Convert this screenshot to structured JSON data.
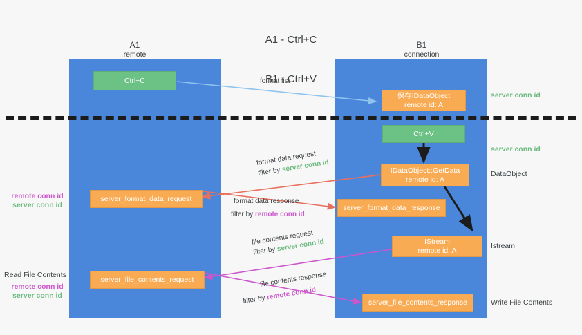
{
  "title": {
    "line1": "A1 - Ctrl+C",
    "line2": "B1 - Ctrl+V"
  },
  "columns": [
    {
      "name": "A1",
      "sub": "remote"
    },
    {
      "name": "B1",
      "sub": "connection"
    }
  ],
  "colors": {
    "lane": "#4a86d9",
    "green_node": "#6cc184",
    "orange_node": "#f9ab54",
    "server_conn_id": "#6aba7e",
    "remote_conn_id": "#cc56cc",
    "format_list_arrow": "#8ec4ee",
    "format_data_arrow": "#e8705f",
    "file_contents_arrow": "#cc56cc",
    "dataobject_arrow": "#1c1c1c",
    "divider": "#1c1c1c"
  },
  "nodes": {
    "ctrl_c": {
      "label": "Ctrl+C"
    },
    "ctrl_v": {
      "label": "Ctrl+V"
    },
    "idataobject": {
      "line1": "保存IDataObject",
      "line2": "remote id: A"
    },
    "getdata": {
      "line1": "IDataObject::GetData",
      "line2": "remote id: A"
    },
    "istream": {
      "line1": "IStream",
      "line2": "remote id: A"
    },
    "server_format_data_request": {
      "label": "server_format_data_request"
    },
    "server_format_data_response": {
      "label": "server_format_data_response"
    },
    "server_file_contents_request": {
      "label": "server_file_contents_request"
    },
    "server_file_contents_response": {
      "label": "server_file_contents_response"
    }
  },
  "edge_labels": {
    "format_list": {
      "text": "format list"
    },
    "format_data_request": {
      "line1": "format data request",
      "prefix": "filter by ",
      "highlight": "server conn id"
    },
    "format_data_response": {
      "line1": "format data response",
      "prefix": "filter by ",
      "highlight": "remote conn id"
    },
    "file_contents_request": {
      "line1": "file contents request",
      "prefix": "filter by ",
      "highlight": "server conn id"
    },
    "file_contents_response": {
      "line1": "file contents response",
      "prefix": "filter by ",
      "highlight": "remote conn id"
    }
  },
  "right_annotations": [
    {
      "id": "server-conn-id-top",
      "text": "server conn id",
      "style": "green"
    },
    {
      "id": "server-conn-id-mid",
      "text": "server conn id",
      "style": "green"
    },
    {
      "id": "dataobject",
      "text": "DataObject",
      "style": "dark"
    },
    {
      "id": "istream",
      "text": "Istream",
      "style": "dark"
    },
    {
      "id": "write-file-contents",
      "text": "Write File Contents",
      "style": "dark"
    }
  ],
  "left_annotations": {
    "group_format": {
      "remote": "remote conn id",
      "server": "server conn id"
    },
    "group_file": {
      "heading": "Read File Contents",
      "remote": "remote conn id",
      "server": "server conn id"
    }
  }
}
